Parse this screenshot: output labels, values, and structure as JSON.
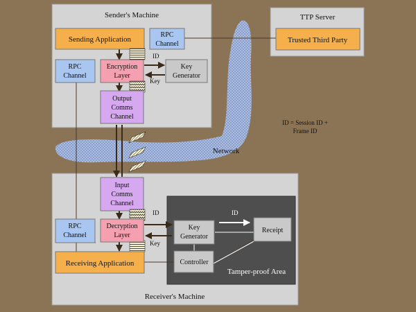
{
  "colors": {
    "background": "#8b7355",
    "machine": "#d4d4d4",
    "application": "#f5b04c",
    "rpc": "#a8c6f0",
    "encryption": "#f5a0b0",
    "comms": "#d6a8ef",
    "keygen": "#c9c9c9",
    "tamper": "#4e4e4e",
    "network": "#aebedf"
  },
  "sender": {
    "title": "Sender's Machine",
    "sending_app": "Sending Application",
    "rpc_top_1": "RPC",
    "rpc_top_2": "Channel",
    "rpc_left_1": "RPC",
    "rpc_left_2": "Channel",
    "encryption_1": "Encryption",
    "encryption_2": "Layer",
    "keygen_1": "Key",
    "keygen_2": "Generator",
    "id_label": "ID",
    "key_label": "Key",
    "output_1": "Output",
    "output_2": "Comms",
    "output_3": "Channel"
  },
  "ttp": {
    "title": "TTP Server",
    "party": "Trusted Third Party"
  },
  "network": {
    "label": "Network",
    "note_1": "ID = Session ID +",
    "note_2": "Frame ID"
  },
  "receiver": {
    "title": "Receiver's Machine",
    "input_1": "Input",
    "input_2": "Comms",
    "input_3": "Channel",
    "rpc_1": "RPC",
    "rpc_2": "Channel",
    "decryption_1": "Decryption",
    "decryption_2": "Layer",
    "receiving_app": "Receiving Application",
    "id_label": "ID",
    "key_label": "Key",
    "tamper": {
      "title": "Tamper-proof Area",
      "keygen_1": "Key",
      "keygen_2": "Generator",
      "controller": "Controller",
      "receipt": "Receipt",
      "id_label": "ID"
    }
  }
}
